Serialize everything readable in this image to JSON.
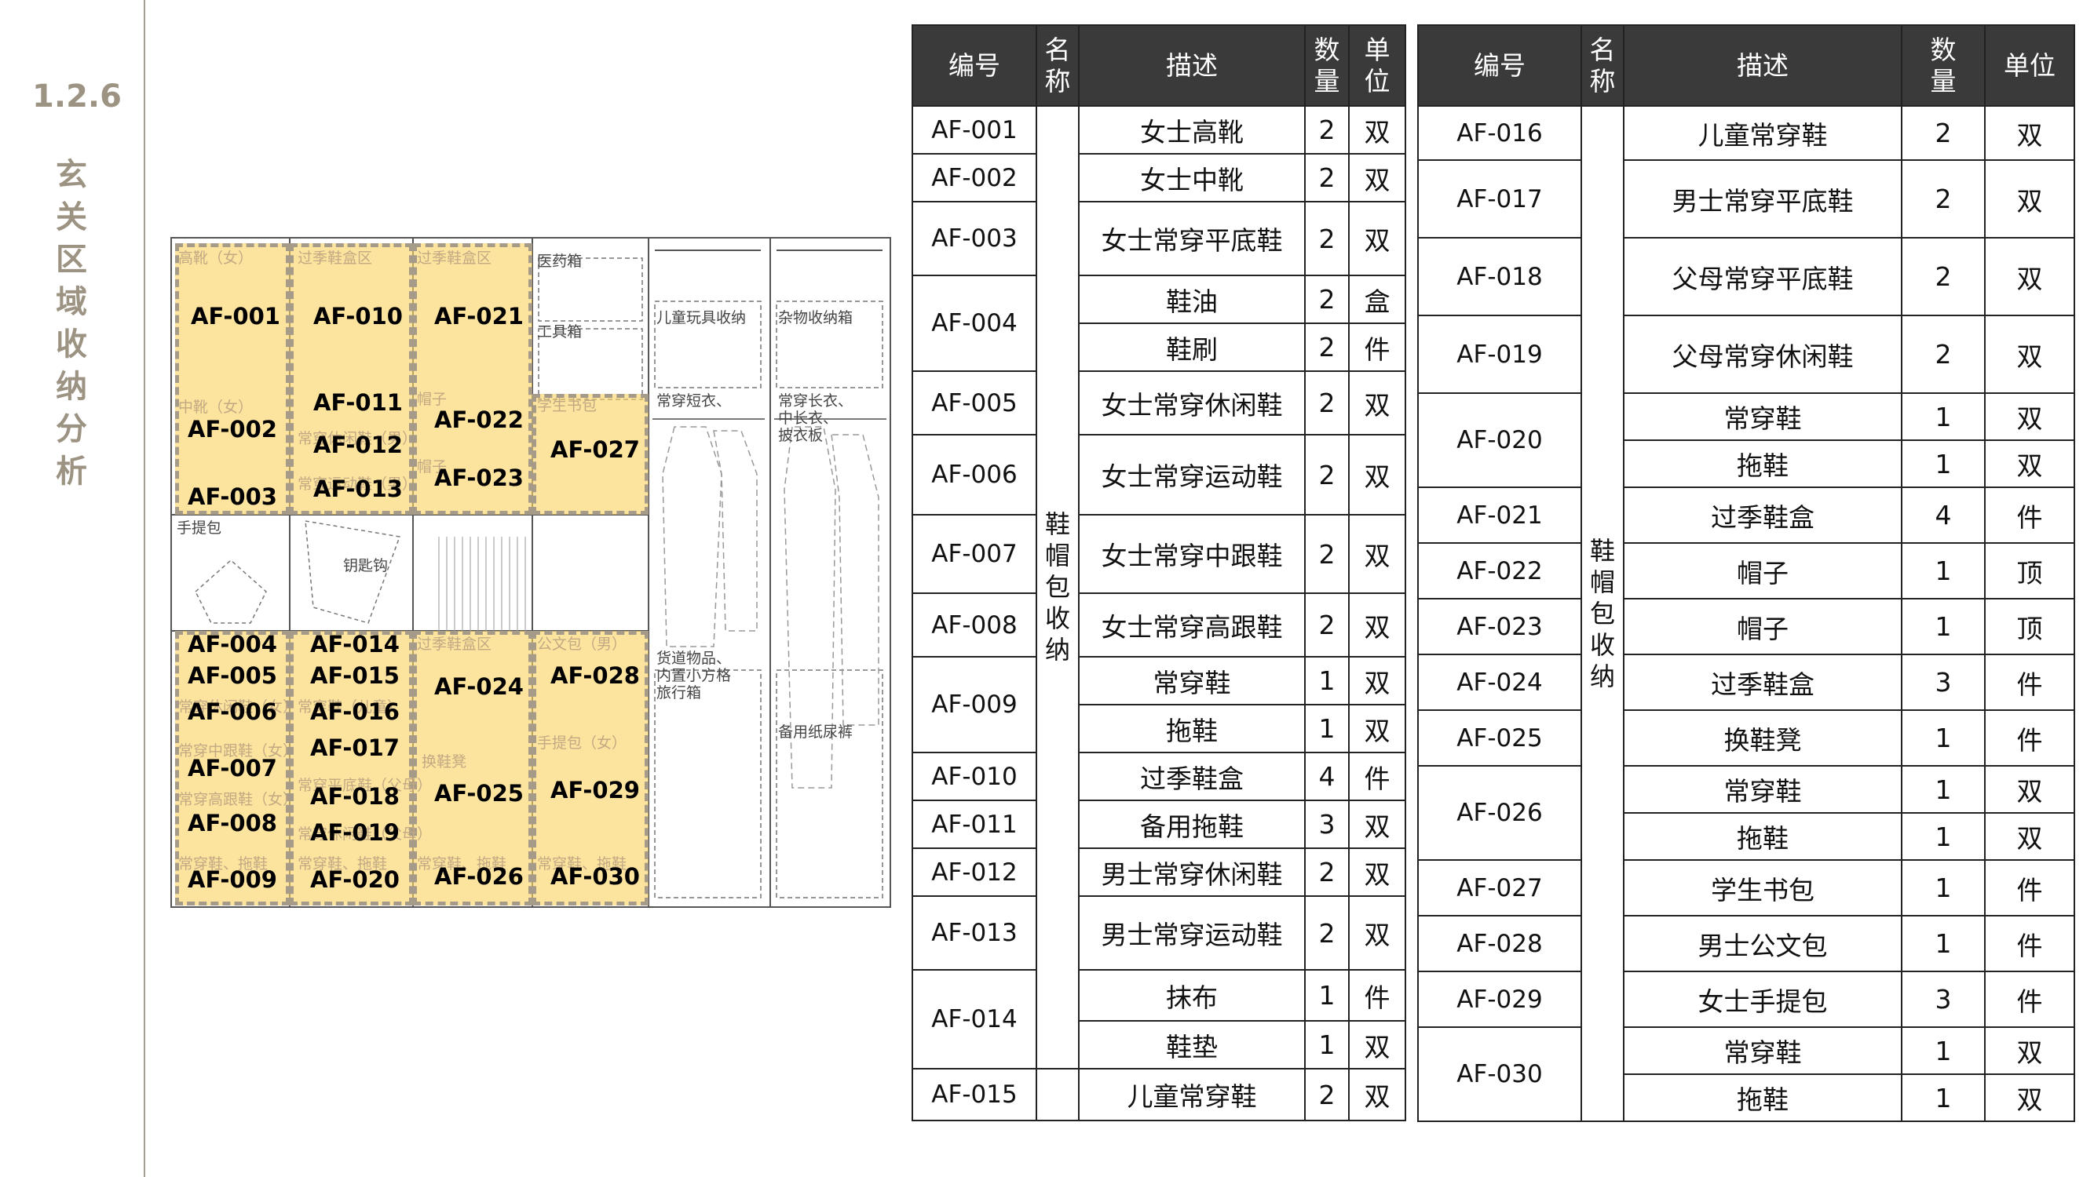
{
  "section": {
    "number": "1.2.6",
    "title": "玄关区域收纳分析"
  },
  "cabinet": {
    "zones": [
      {
        "id": "z1",
        "labels": [
          "AF-001",
          "AF-002",
          "AF-003"
        ]
      },
      {
        "id": "z2",
        "labels": [
          "AF-010",
          "AF-011",
          "AF-012",
          "AF-013"
        ]
      },
      {
        "id": "z3",
        "labels": [
          "AF-021",
          "AF-022",
          "AF-023"
        ]
      },
      {
        "id": "z4",
        "labels": [
          "AF-027"
        ]
      },
      {
        "id": "z5",
        "labels": [
          "AF-004",
          "AF-005",
          "AF-006",
          "AF-007",
          "AF-008",
          "AF-009"
        ]
      },
      {
        "id": "z6",
        "labels": [
          "AF-014",
          "AF-015",
          "AF-016",
          "AF-017",
          "AF-018",
          "AF-019",
          "AF-020"
        ]
      },
      {
        "id": "z7",
        "labels": [
          "AF-024",
          "AF-025",
          "AF-026"
        ]
      },
      {
        "id": "z8",
        "labels": [
          "AF-028",
          "AF-029",
          "AF-030"
        ]
      }
    ],
    "faint_labels": [
      "高靴（女）",
      "过季鞋盒区",
      "过季鞋盒区",
      "中靴（女）",
      "常穿休闲鞋（男）",
      "帽子",
      "学生书包",
      "常穿运动鞋（男）",
      "帽子",
      "过季鞋盒区",
      "公文包（男）",
      "常穿休闲鞋（女）",
      "常穿鞋（儿童）",
      "常穿中跟鞋（女）",
      "常穿平底鞋（父母）",
      "换鞋凳",
      "手提包（女）",
      "常穿高跟鞋（女）",
      "常穿休闲鞋（父母）",
      "常穿鞋、拖鞋",
      "常穿鞋、拖鞋",
      "常穿鞋、拖鞋",
      "常穿鞋、拖鞋"
    ],
    "notes": {
      "medicine": "医药箱",
      "tools": "工具箱",
      "kids_toys": "儿童玩具收纳",
      "misc_box": "杂物收纳箱",
      "handbag": "手提包",
      "key_hook": "钥匙钩",
      "short_coat": "常穿短衣、",
      "long_coat_1": "常穿长衣、",
      "long_coat_2": "中长衣、",
      "long_coat_3": "披衣板",
      "receipt_1": "货道物品、",
      "receipt_2": "内置小方格",
      "receipt_3": "旅行箱",
      "spare_bag": "备用纸尿裤"
    }
  },
  "table_left": {
    "headers": {
      "code": "编号",
      "name": "名称",
      "desc": "描述",
      "qty": "数量",
      "unit": "单位"
    },
    "category": "鞋帽包收纳",
    "rows": [
      {
        "code": "AF-001",
        "desc": "女士高靴",
        "qty": "2",
        "unit": "双"
      },
      {
        "code": "AF-002",
        "desc": "女士中靴",
        "qty": "2",
        "unit": "双"
      },
      {
        "code": "AF-003",
        "desc": "女士常穿平底鞋",
        "qty": "2",
        "unit": "双"
      },
      {
        "code": "AF-004",
        "items": [
          {
            "desc": "鞋油",
            "qty": "2",
            "unit": "盒"
          },
          {
            "desc": "鞋刷",
            "qty": "2",
            "unit": "件"
          }
        ]
      },
      {
        "code": "AF-005",
        "desc": "女士常穿休闲鞋",
        "qty": "2",
        "unit": "双"
      },
      {
        "code": "AF-006",
        "desc": "女士常穿运动鞋",
        "qty": "2",
        "unit": "双"
      },
      {
        "code": "AF-007",
        "desc": "女士常穿中跟鞋",
        "qty": "2",
        "unit": "双"
      },
      {
        "code": "AF-008",
        "desc": "女士常穿高跟鞋",
        "qty": "2",
        "unit": "双"
      },
      {
        "code": "AF-009",
        "items": [
          {
            "desc": "常穿鞋",
            "qty": "1",
            "unit": "双"
          },
          {
            "desc": "拖鞋",
            "qty": "1",
            "unit": "双"
          }
        ]
      },
      {
        "code": "AF-010",
        "desc": "过季鞋盒",
        "qty": "4",
        "unit": "件"
      },
      {
        "code": "AF-011",
        "desc": "备用拖鞋",
        "qty": "3",
        "unit": "双"
      },
      {
        "code": "AF-012",
        "desc": "男士常穿休闲鞋",
        "qty": "2",
        "unit": "双"
      },
      {
        "code": "AF-013",
        "desc": "男士常穿运动鞋",
        "qty": "2",
        "unit": "双"
      },
      {
        "code": "AF-014",
        "items": [
          {
            "desc": "抹布",
            "qty": "1",
            "unit": "件"
          },
          {
            "desc": "鞋垫",
            "qty": "1",
            "unit": "双"
          }
        ]
      },
      {
        "code": "AF-015",
        "desc": "儿童常穿鞋",
        "qty": "2",
        "unit": "双"
      }
    ]
  },
  "table_right": {
    "headers": {
      "code": "编号",
      "name": "名称",
      "desc": "描述",
      "qty": "数量",
      "unit": "单位"
    },
    "category": "鞋帽包收纳",
    "rows": [
      {
        "code": "AF-016",
        "desc": "儿童常穿鞋",
        "qty": "2",
        "unit": "双"
      },
      {
        "code": "AF-017",
        "desc": "男士常穿平底鞋",
        "qty": "2",
        "unit": "双"
      },
      {
        "code": "AF-018",
        "desc": "父母常穿平底鞋",
        "qty": "2",
        "unit": "双"
      },
      {
        "code": "AF-019",
        "desc": "父母常穿休闲鞋",
        "qty": "2",
        "unit": "双"
      },
      {
        "code": "AF-020",
        "items": [
          {
            "desc": "常穿鞋",
            "qty": "1",
            "unit": "双"
          },
          {
            "desc": "拖鞋",
            "qty": "1",
            "unit": "双"
          }
        ]
      },
      {
        "code": "AF-021",
        "desc": "过季鞋盒",
        "qty": "4",
        "unit": "件"
      },
      {
        "code": "AF-022",
        "desc": "帽子",
        "qty": "1",
        "unit": "顶"
      },
      {
        "code": "AF-023",
        "desc": "帽子",
        "qty": "1",
        "unit": "顶"
      },
      {
        "code": "AF-024",
        "desc": "过季鞋盒",
        "qty": "3",
        "unit": "件"
      },
      {
        "code": "AF-025",
        "desc": "换鞋凳",
        "qty": "1",
        "unit": "件"
      },
      {
        "code": "AF-026",
        "items": [
          {
            "desc": "常穿鞋",
            "qty": "1",
            "unit": "双"
          },
          {
            "desc": "拖鞋",
            "qty": "1",
            "unit": "双"
          }
        ]
      },
      {
        "code": "AF-027",
        "desc": "学生书包",
        "qty": "1",
        "unit": "件"
      },
      {
        "code": "AF-028",
        "desc": "男士公文包",
        "qty": "1",
        "unit": "件"
      },
      {
        "code": "AF-029",
        "desc": "女士手提包",
        "qty": "3",
        "unit": "件"
      },
      {
        "code": "AF-030",
        "items": [
          {
            "desc": "常穿鞋",
            "qty": "1",
            "unit": "双"
          },
          {
            "desc": "拖鞋",
            "qty": "1",
            "unit": "双"
          }
        ]
      }
    ]
  },
  "colors": {
    "accent": "#9c9383",
    "zone": "#fad464",
    "header_bg": "#3a3a3a"
  }
}
